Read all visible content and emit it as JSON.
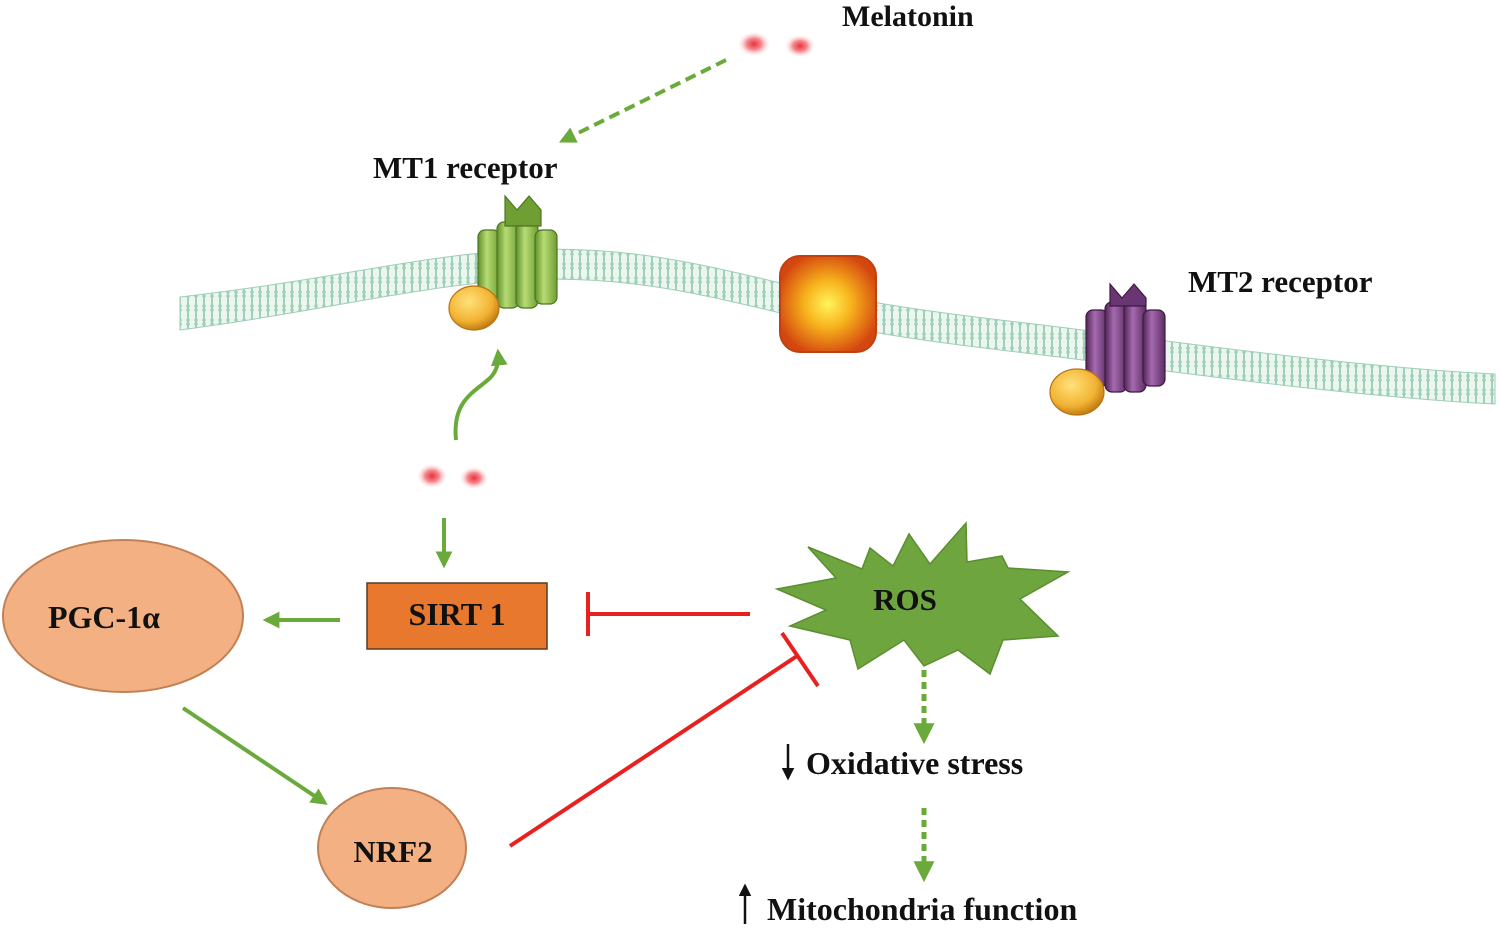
{
  "labels": {
    "melatonin": "Melatonin",
    "mt1": "MT1 receptor",
    "mt2": "MT2 receptor",
    "sirt1": "SIRT 1",
    "pgc": "PGC-1α",
    "nrf2": "NRF2",
    "ros": "ROS",
    "oxidative": "Oxidative stress",
    "mito": "Mitochondria function"
  },
  "colors": {
    "activation": "#6aaa3a",
    "inhibition": "#e8211f",
    "membrane": "#9fcfb5",
    "sirt_fill": "#e8782d",
    "node_fill": "#f3b183",
    "ros_fill": "#6fa53f",
    "mt1_receptor": "#8bbd45",
    "mt2_receptor": "#7b3f85",
    "gprotein": "#f2b233",
    "channel": "#f28a1c",
    "melatonin_dot": "#f07a7e"
  }
}
